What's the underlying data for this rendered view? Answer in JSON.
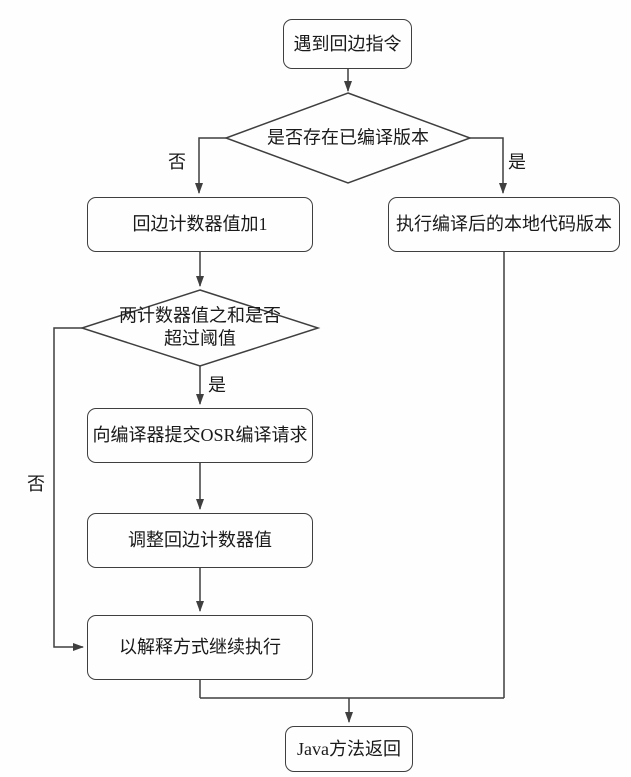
{
  "diagram": {
    "nodes": {
      "start": {
        "label": "遇到回边指令"
      },
      "decision_compiled": {
        "label": "是否存在已编译版本"
      },
      "inc_counter": {
        "label": "回边计数器值加1"
      },
      "exec_native": {
        "label": "执行编译后的本地代码版本"
      },
      "decision_threshold": {
        "label_line1": "两计数器值之和是否",
        "label_line2": "超过阈值"
      },
      "submit_osr": {
        "label": "向编译器提交OSR编译请求"
      },
      "adjust_counter": {
        "label": "调整回边计数器值"
      },
      "continue_interpret": {
        "label": "以解释方式继续执行"
      },
      "java_return": {
        "label": "Java方法返回"
      }
    },
    "edge_labels": {
      "decision1_no": "否",
      "decision1_yes": "是",
      "decision2_yes": "是",
      "decision2_no": "否"
    },
    "colors": {
      "line": "#3f3f3f",
      "text": "#1a1a1a",
      "background": "#fefefe"
    }
  }
}
